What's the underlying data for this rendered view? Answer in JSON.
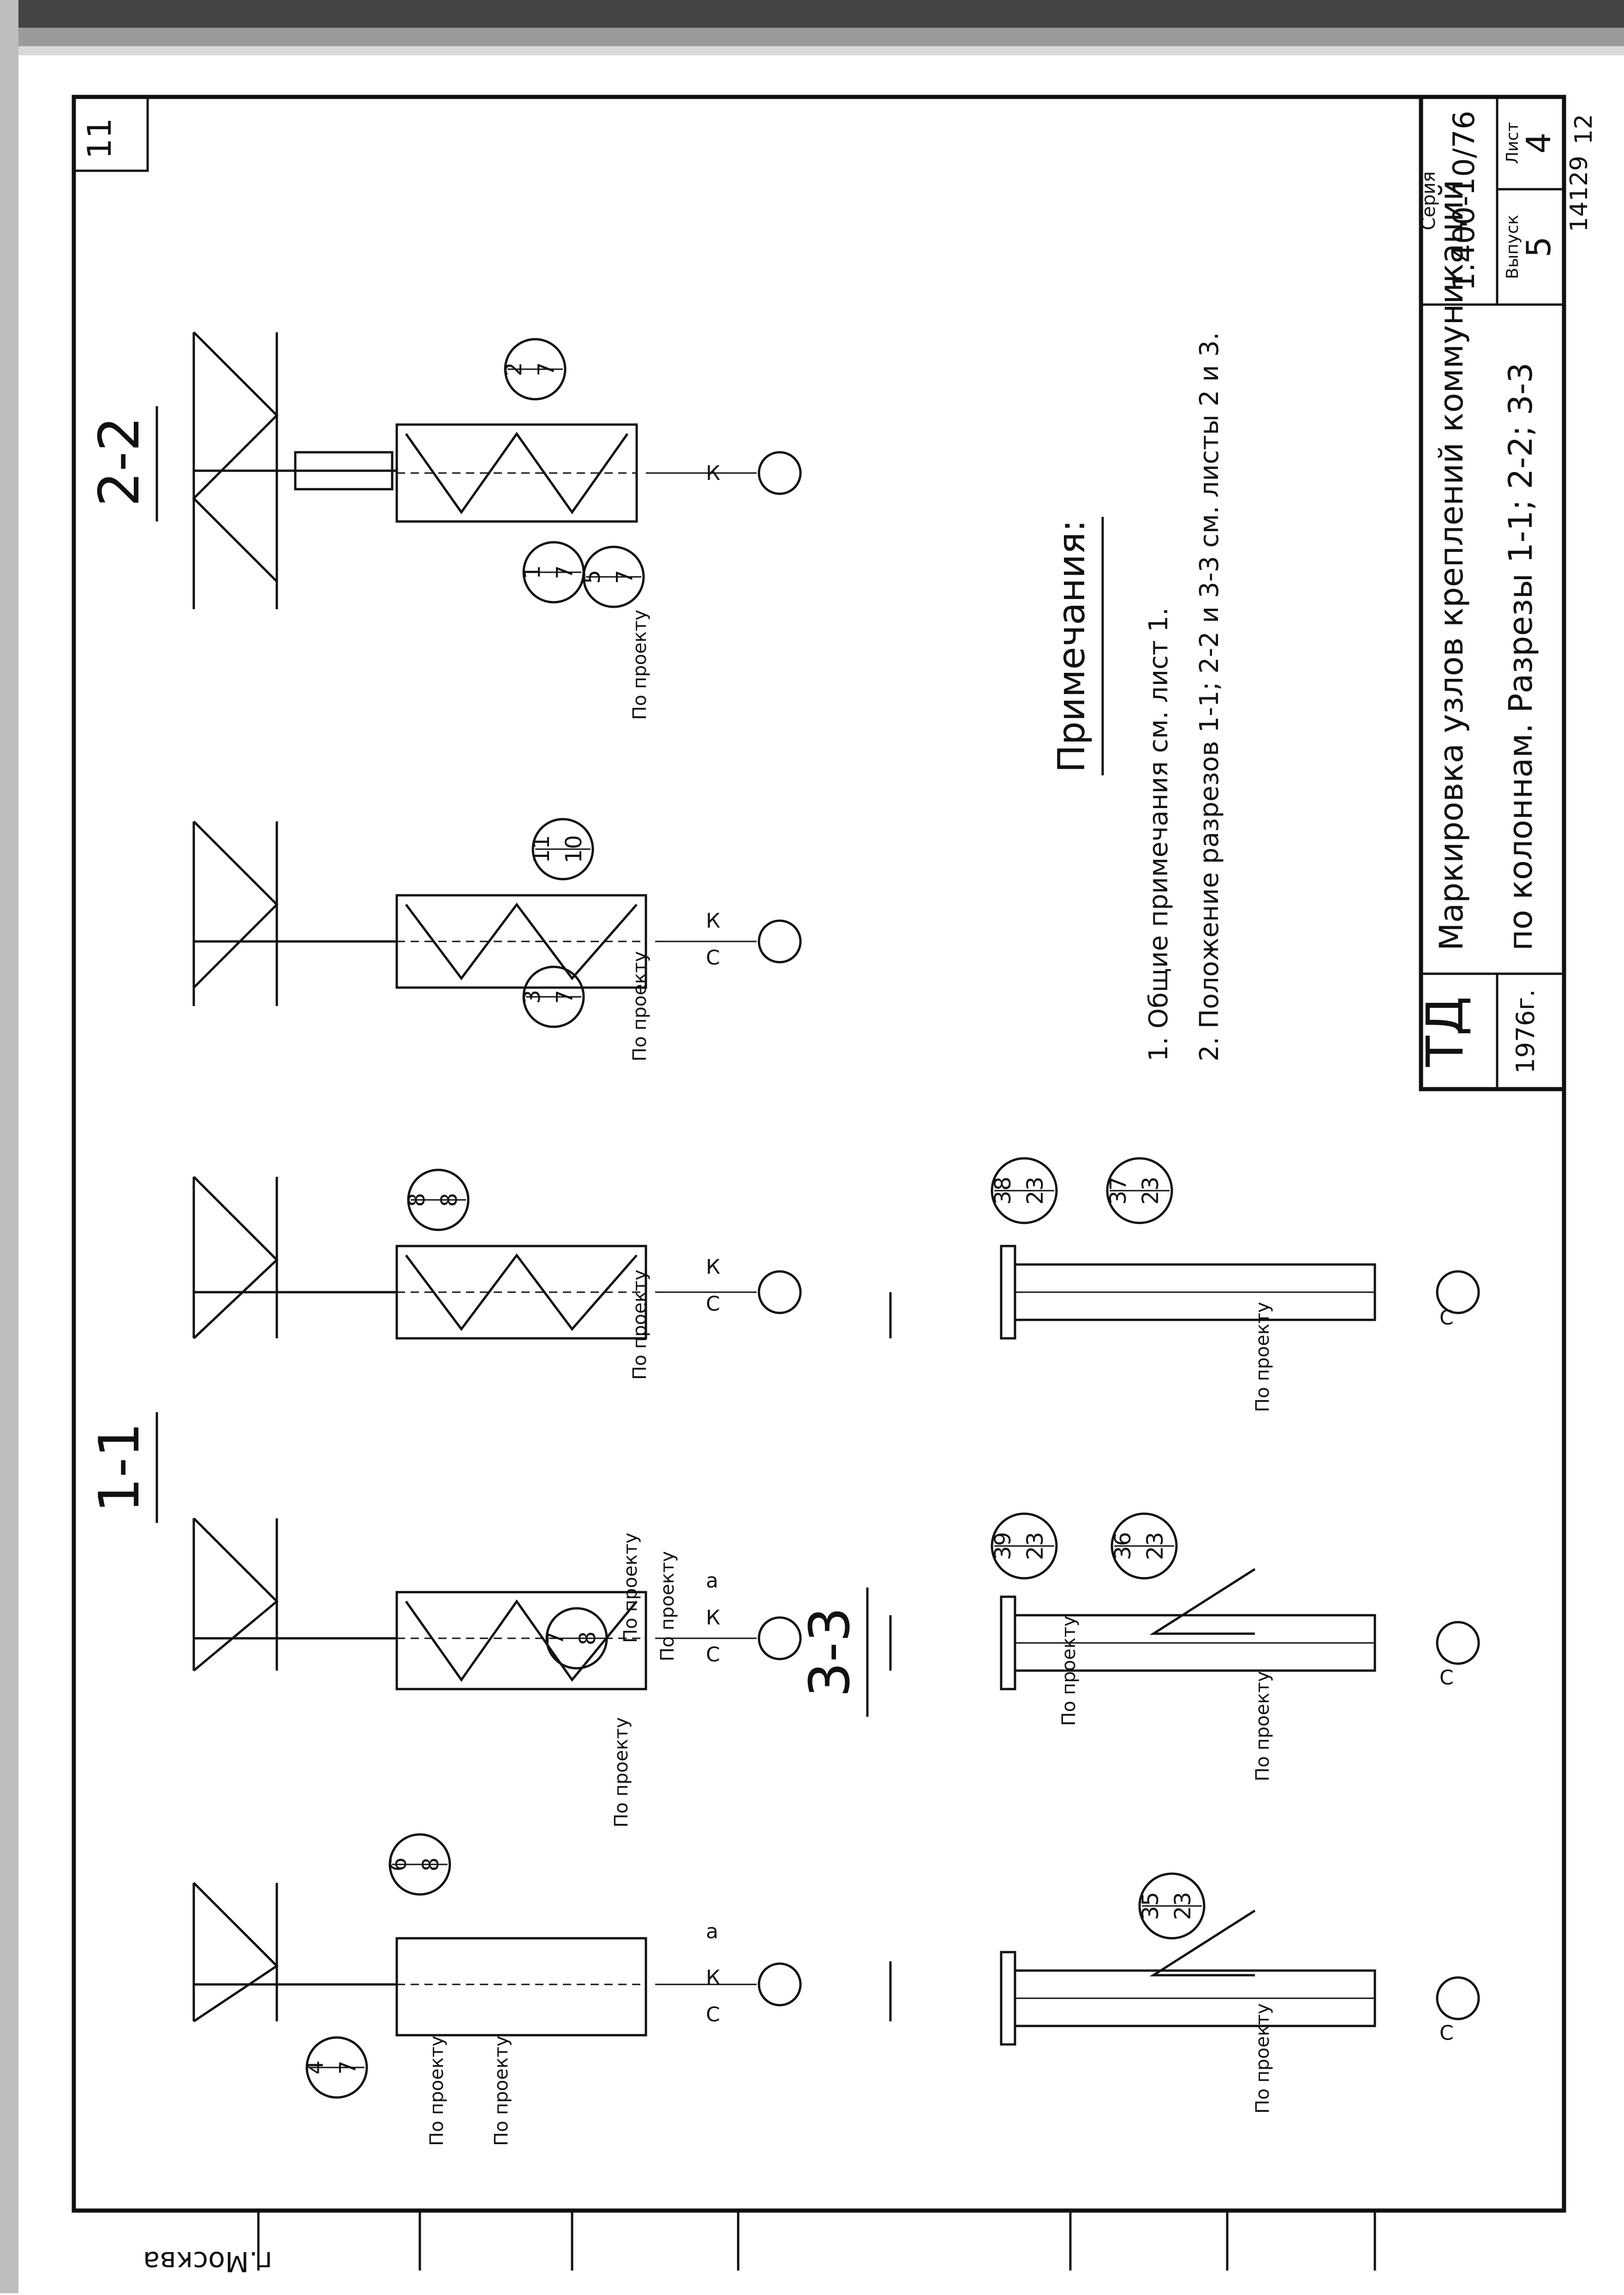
{
  "sheet": {
    "sheet_mark": "11",
    "city": "г.Москва",
    "inventory_no": "14129",
    "page_no": "12"
  },
  "sections": {
    "s11": "1-1",
    "s22": "2-2",
    "s33": "3-3"
  },
  "project_label": "По проекту",
  "dims": {
    "c": "С",
    "k": "К",
    "a": "а"
  },
  "nodes": [
    {
      "num": "4",
      "den": "7"
    },
    {
      "num": "6",
      "den": "8"
    },
    {
      "num": "7",
      "den": "8"
    },
    {
      "num": "8",
      "den": "8"
    },
    {
      "num": "3",
      "den": "7"
    },
    {
      "num": "11",
      "den": "10"
    },
    {
      "num": "1",
      "den": "7"
    },
    {
      "num": "5",
      "den": "7"
    },
    {
      "num": "2",
      "den": "7"
    },
    {
      "num": "35",
      "den": "23"
    },
    {
      "num": "39",
      "den": "23"
    },
    {
      "num": "36",
      "den": "23"
    },
    {
      "num": "38",
      "den": "23"
    },
    {
      "num": "37",
      "den": "23"
    }
  ],
  "notes": {
    "title": "Примечания:",
    "items": [
      "1. Общие примечания см. лист 1.",
      "2. Положение разрезов 1-1; 2-2 и 3-3 см. листы 2 и 3."
    ]
  },
  "title_block": {
    "org": "ТД",
    "year": "1976г.",
    "title_line1": "Маркировка узлов креплений коммуникаций",
    "title_line2": "по колоннам. Разрезы 1-1; 2-2; 3-3",
    "series_label": "Серия",
    "series": "1.400-10/76",
    "issue_label": "Выпуск",
    "issue": "5",
    "sheet_label": "Лист",
    "sheet": "4"
  }
}
